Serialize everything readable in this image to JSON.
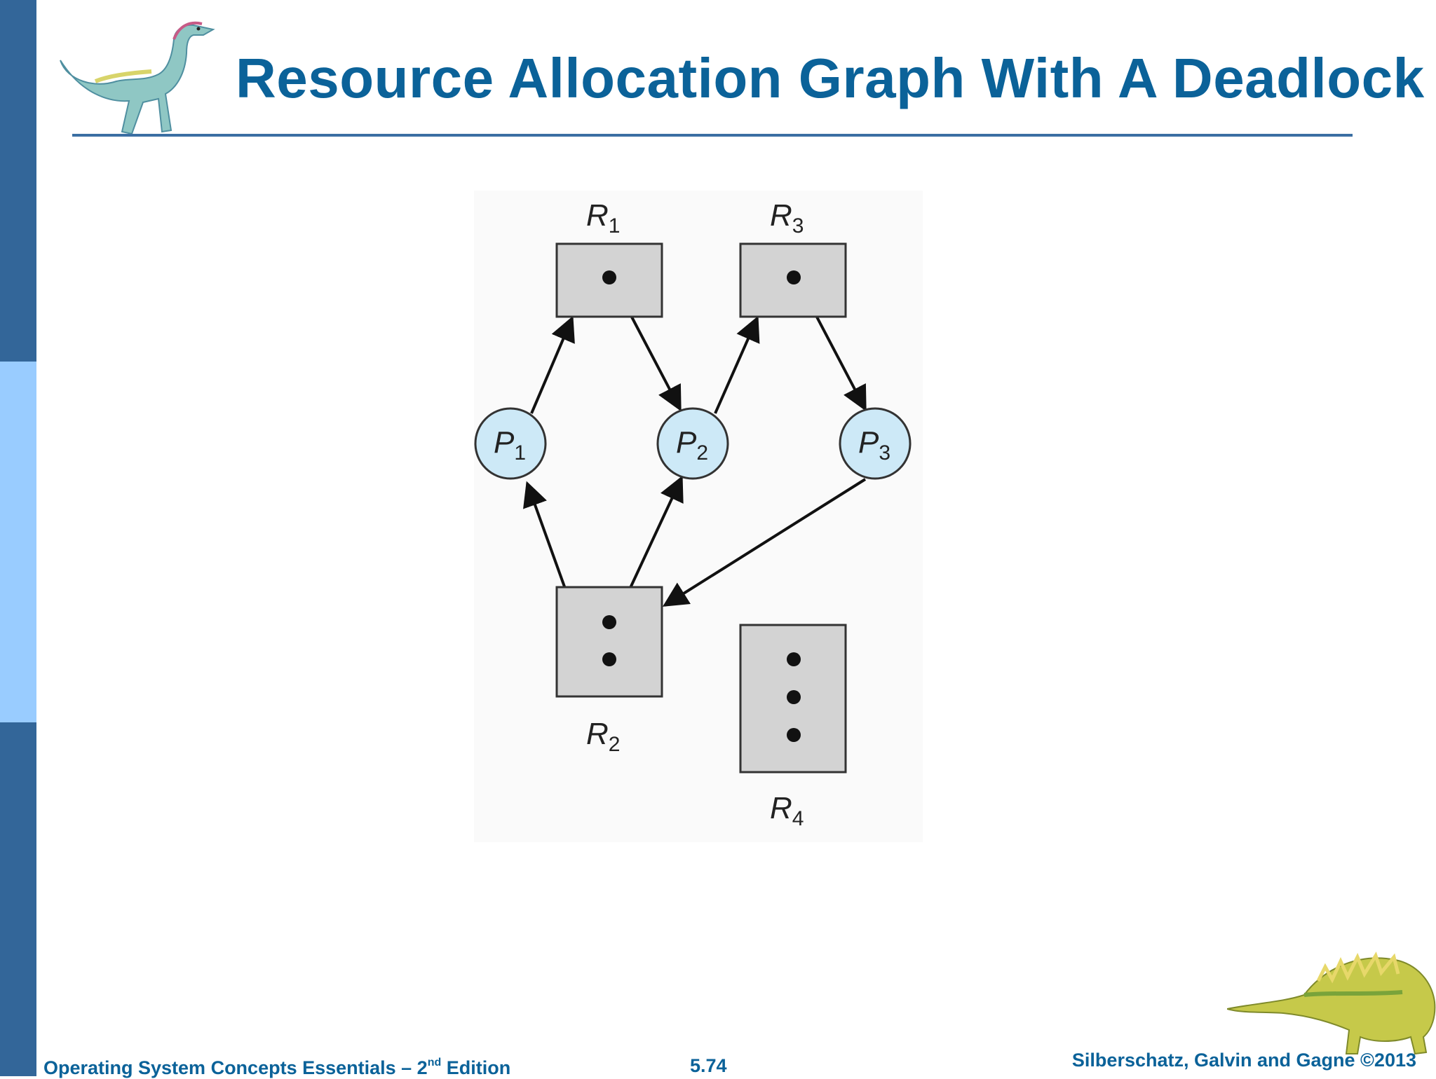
{
  "title": "Resource Allocation Graph With A Deadlock",
  "footer": {
    "book": "Operating System Concepts Essentials – 2",
    "book_sup": "nd",
    "book_end": " Edition",
    "page": "5.74",
    "authors": "Silberschatz, Galvin and Gagne ©2013"
  },
  "graph": {
    "resources": [
      {
        "id": "R1",
        "letter": "R",
        "sub": "1",
        "instances": 1
      },
      {
        "id": "R2",
        "letter": "R",
        "sub": "2",
        "instances": 2
      },
      {
        "id": "R3",
        "letter": "R",
        "sub": "3",
        "instances": 1
      },
      {
        "id": "R4",
        "letter": "R",
        "sub": "4",
        "instances": 3
      }
    ],
    "processes": [
      {
        "id": "P1",
        "letter": "P",
        "sub": "1"
      },
      {
        "id": "P2",
        "letter": "P",
        "sub": "2"
      },
      {
        "id": "P3",
        "letter": "P",
        "sub": "3"
      }
    ],
    "edges": [
      {
        "from": "P1",
        "to": "R1",
        "kind": "request"
      },
      {
        "from": "R1",
        "to": "P2",
        "kind": "assignment"
      },
      {
        "from": "P2",
        "to": "R3",
        "kind": "request"
      },
      {
        "from": "R3",
        "to": "P3",
        "kind": "assignment"
      },
      {
        "from": "P3",
        "to": "R2",
        "kind": "request"
      },
      {
        "from": "R2",
        "to": "P1",
        "kind": "assignment"
      },
      {
        "from": "R2",
        "to": "P2",
        "kind": "assignment"
      }
    ]
  },
  "colors": {
    "title": "#0b6299",
    "sidebar_dark": "#336699",
    "sidebar_light": "#99ccff",
    "process_fill": "#cde9f7",
    "resource_fill": "#d3d3d3"
  }
}
